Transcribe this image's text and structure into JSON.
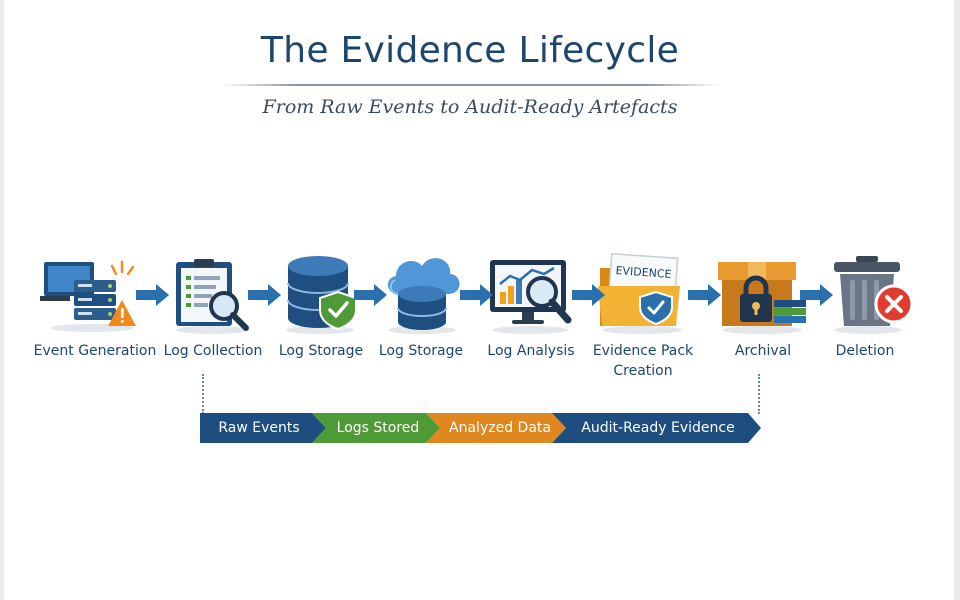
{
  "header": {
    "title": "The Evidence Lifecycle",
    "subtitle": "From Raw Events to Audit-Ready Artefacts"
  },
  "stages": [
    {
      "label": "Event Generation",
      "icon": "server-warning-icon"
    },
    {
      "label": "Log Collection",
      "icon": "clipboard-search-icon"
    },
    {
      "label": "Log Storage",
      "icon": "database-shield-icon"
    },
    {
      "label": "Log Storage",
      "icon": "cloud-database-icon"
    },
    {
      "label": "Log Analysis",
      "icon": "monitor-chart-icon"
    },
    {
      "label": "Evidence Pack Creation",
      "icon": "evidence-folder-icon",
      "folder_tab": "EVIDENCE"
    },
    {
      "label": "Archival",
      "icon": "archive-box-lock-icon"
    },
    {
      "label": "Deletion",
      "icon": "trash-delete-icon"
    }
  ],
  "bands": [
    {
      "label": "Raw Events",
      "color": "#1d4e7f"
    },
    {
      "label": "Logs Stored",
      "color": "#4e9a37"
    },
    {
      "label": "Analyzed Data",
      "color": "#e0871f"
    },
    {
      "label": "Audit-Ready Evidence",
      "color": "#1d4e7f"
    }
  ],
  "colors": {
    "navy": "#1d466f",
    "arrow_blue": "#2a6fae",
    "shield_green": "#4e9a37",
    "warning_orange": "#f08a1c",
    "delete_red": "#e03c31"
  }
}
